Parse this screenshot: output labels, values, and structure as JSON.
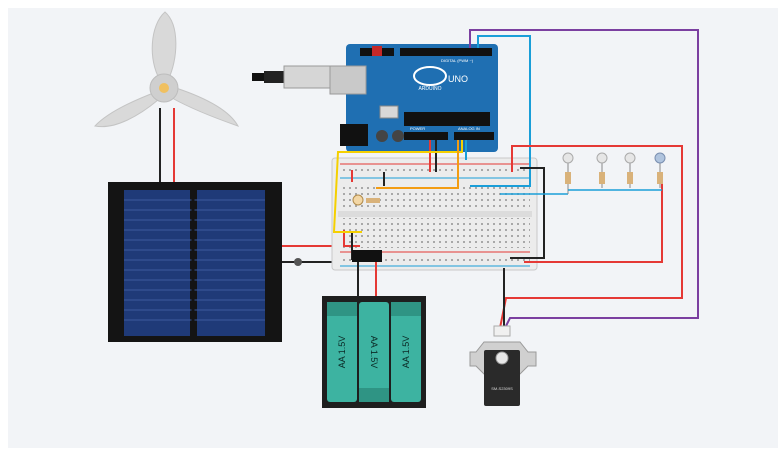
{
  "arduino": {
    "brand_text": "ARDUINO",
    "model_text": "UNO",
    "digital_header_text": "DIGITAL (PWM ~)",
    "power_text": "POWER",
    "analog_text": "ANALOG IN"
  },
  "battery_pack": {
    "cell_labels": [
      "AA 1.5V",
      "AA 1.5V",
      "AA 1.5V"
    ]
  },
  "servo": {
    "model_text": "SM-S2309S"
  },
  "colors": {
    "wire_red": "#e53935",
    "wire_black": "#222222",
    "wire_yellow": "#f5d000",
    "wire_orange": "#f39c12",
    "wire_blue": "#1a9ed8",
    "wire_purple": "#7b3fa0",
    "arduino_board": "#1f6fb2",
    "solar_cell": "#1f3a78"
  }
}
